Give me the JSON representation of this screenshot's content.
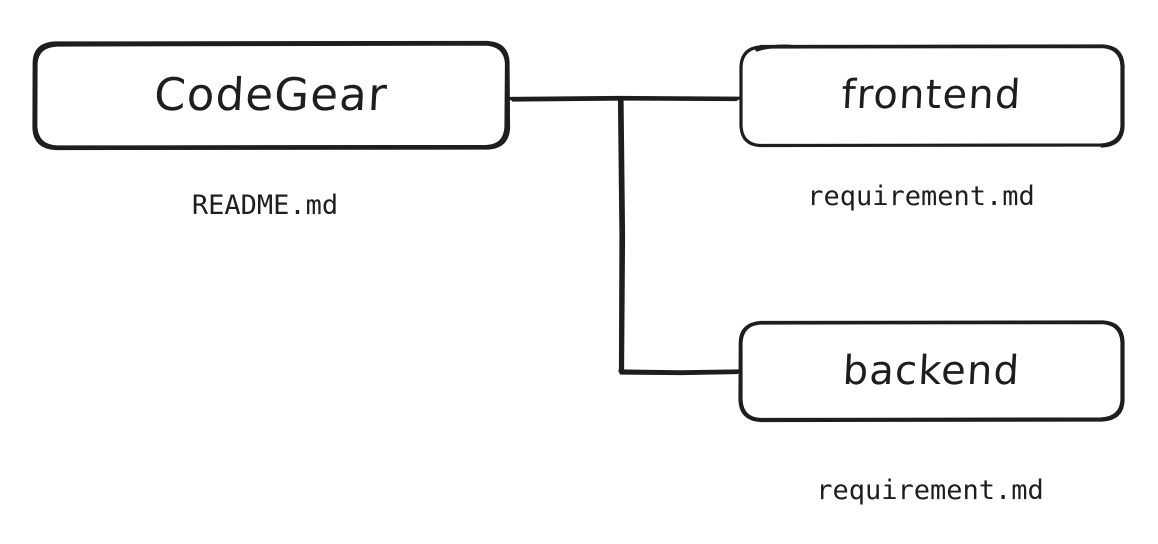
{
  "diagram": {
    "type": "hand-drawn-hierarchy",
    "background_color": "#ffffff",
    "stroke_color": "#1e1e1e",
    "root": {
      "title": "CodeGear",
      "file": "README.md"
    },
    "children": [
      {
        "title": "frontend",
        "file": "requirement.md"
      },
      {
        "title": "backend",
        "file": "requirement.md"
      }
    ]
  }
}
